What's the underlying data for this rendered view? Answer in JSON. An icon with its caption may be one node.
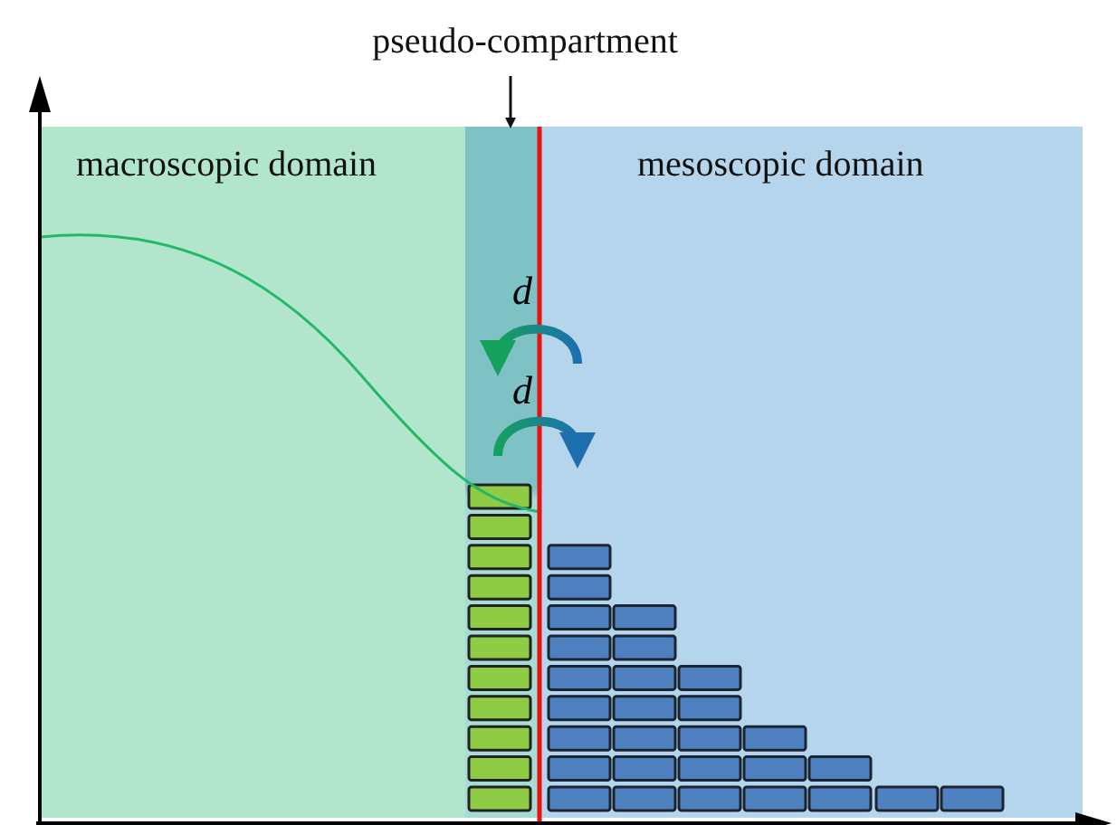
{
  "diagram": {
    "nodes": [
      {
        "text": [
          "macroscopic domain"
        ]
      },
      {
        "text": [
          "mesoscopic domain"
        ]
      },
      {
        "text": [
          "pseudo-compartment"
        ]
      },
      {
        "text": [],
        "shape": "band"
      }
    ],
    "edges": [
      {
        "from": 1,
        "to": 3,
        "arrow": "to",
        "label": "d",
        "color": "#16a05e"
      },
      {
        "from": 3,
        "to": 1,
        "arrow": "to",
        "label": "d",
        "color": "#1d6fb0"
      },
      {
        "from": 2,
        "to": 3,
        "arrow": "to"
      }
    ]
  }
}
